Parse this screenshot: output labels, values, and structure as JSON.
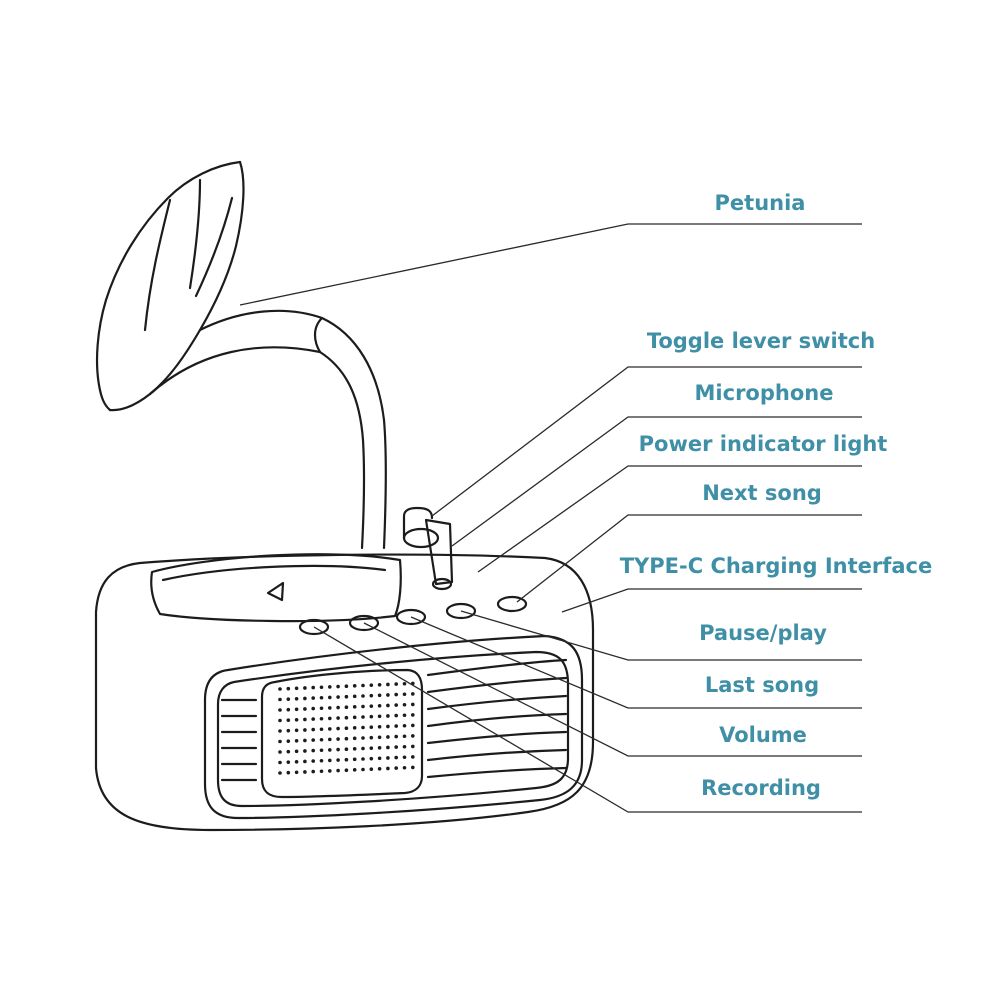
{
  "labels": [
    {
      "key": "petunia",
      "text": "Petunia"
    },
    {
      "key": "toggle",
      "text": "Toggle lever switch"
    },
    {
      "key": "mic",
      "text": "Microphone"
    },
    {
      "key": "power",
      "text": "Power indicator light"
    },
    {
      "key": "next",
      "text": "Next song"
    },
    {
      "key": "typec",
      "text": "TYPE-C Charging Interface"
    },
    {
      "key": "pause",
      "text": "Pause/play"
    },
    {
      "key": "last",
      "text": "Last song"
    },
    {
      "key": "volume",
      "text": "Volume"
    },
    {
      "key": "recording",
      "text": "Recording"
    }
  ],
  "colors": {
    "label": "#3f8fa6",
    "ink": "#1c1c1c",
    "background": "#ffffff"
  }
}
